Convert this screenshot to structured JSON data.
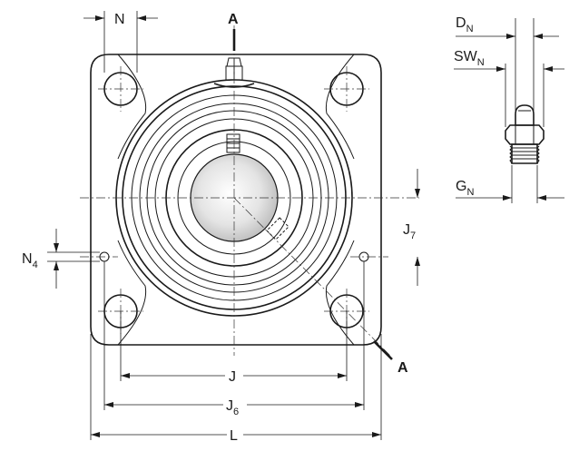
{
  "labels": {
    "section_top": "A",
    "section_bottom": "A",
    "n": "N",
    "n4": "N",
    "n4_sub": "4",
    "j": "J",
    "j6": "J",
    "j6_sub": "6",
    "j7": "J",
    "j7_sub": "7",
    "l": "L",
    "dn": "D",
    "dn_sub": "N",
    "swn": "SW",
    "swn_sub": "N",
    "gn": "G",
    "gn_sub": "N"
  }
}
